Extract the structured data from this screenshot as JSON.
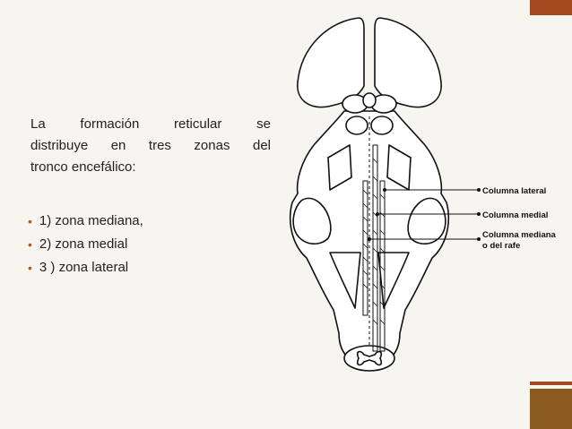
{
  "intro": {
    "lines": [
      "La formación reticular se",
      "distribuye en tres zonas del",
      "tronco encefálico:"
    ]
  },
  "bullets": [
    "1) zona mediana,",
    "2) zona medial",
    "3 ) zona lateral"
  ],
  "figure": {
    "labels": {
      "lateral": "Columna lateral",
      "medial": "Columna medial",
      "mediana_1": "Columna mediana",
      "mediana_2": "o del rafe"
    }
  },
  "colors": {
    "accent": "#a4481f",
    "accent_dark": "#8a5a1e",
    "bullet": "#b05a2a",
    "background": "#f7f5ef"
  }
}
